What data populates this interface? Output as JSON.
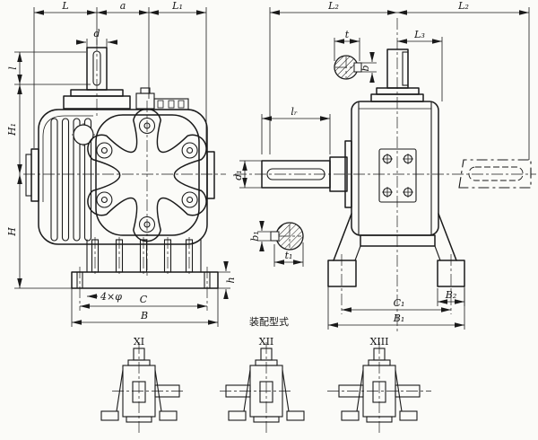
{
  "drawing": {
    "type": "worm-gear-reducer engineering drawing",
    "views": [
      "front-view",
      "side-view"
    ],
    "colors": {
      "line": "#1a1a1a",
      "paper": "#fbfbf8"
    }
  },
  "dims": {
    "L": "L",
    "a": "a",
    "L1": "L₁",
    "L2a": "L₂",
    "L2b": "L₂",
    "L3": "L₃",
    "d": "d",
    "l": "l",
    "H1": "H₁",
    "H": "H",
    "t": "t",
    "b": "b",
    "lr": "lᵣ",
    "d1": "d₁",
    "b1": "b₁",
    "t1": "t₁",
    "holes": "4×φ",
    "C": "C",
    "B": "B",
    "h": "h",
    "C1": "C₁",
    "B2": "B₂",
    "B1": "B₁"
  },
  "assembly": {
    "title": "装配型式",
    "types": {
      "xi": "XI",
      "xii": "XII",
      "xiii": "XIII"
    }
  }
}
